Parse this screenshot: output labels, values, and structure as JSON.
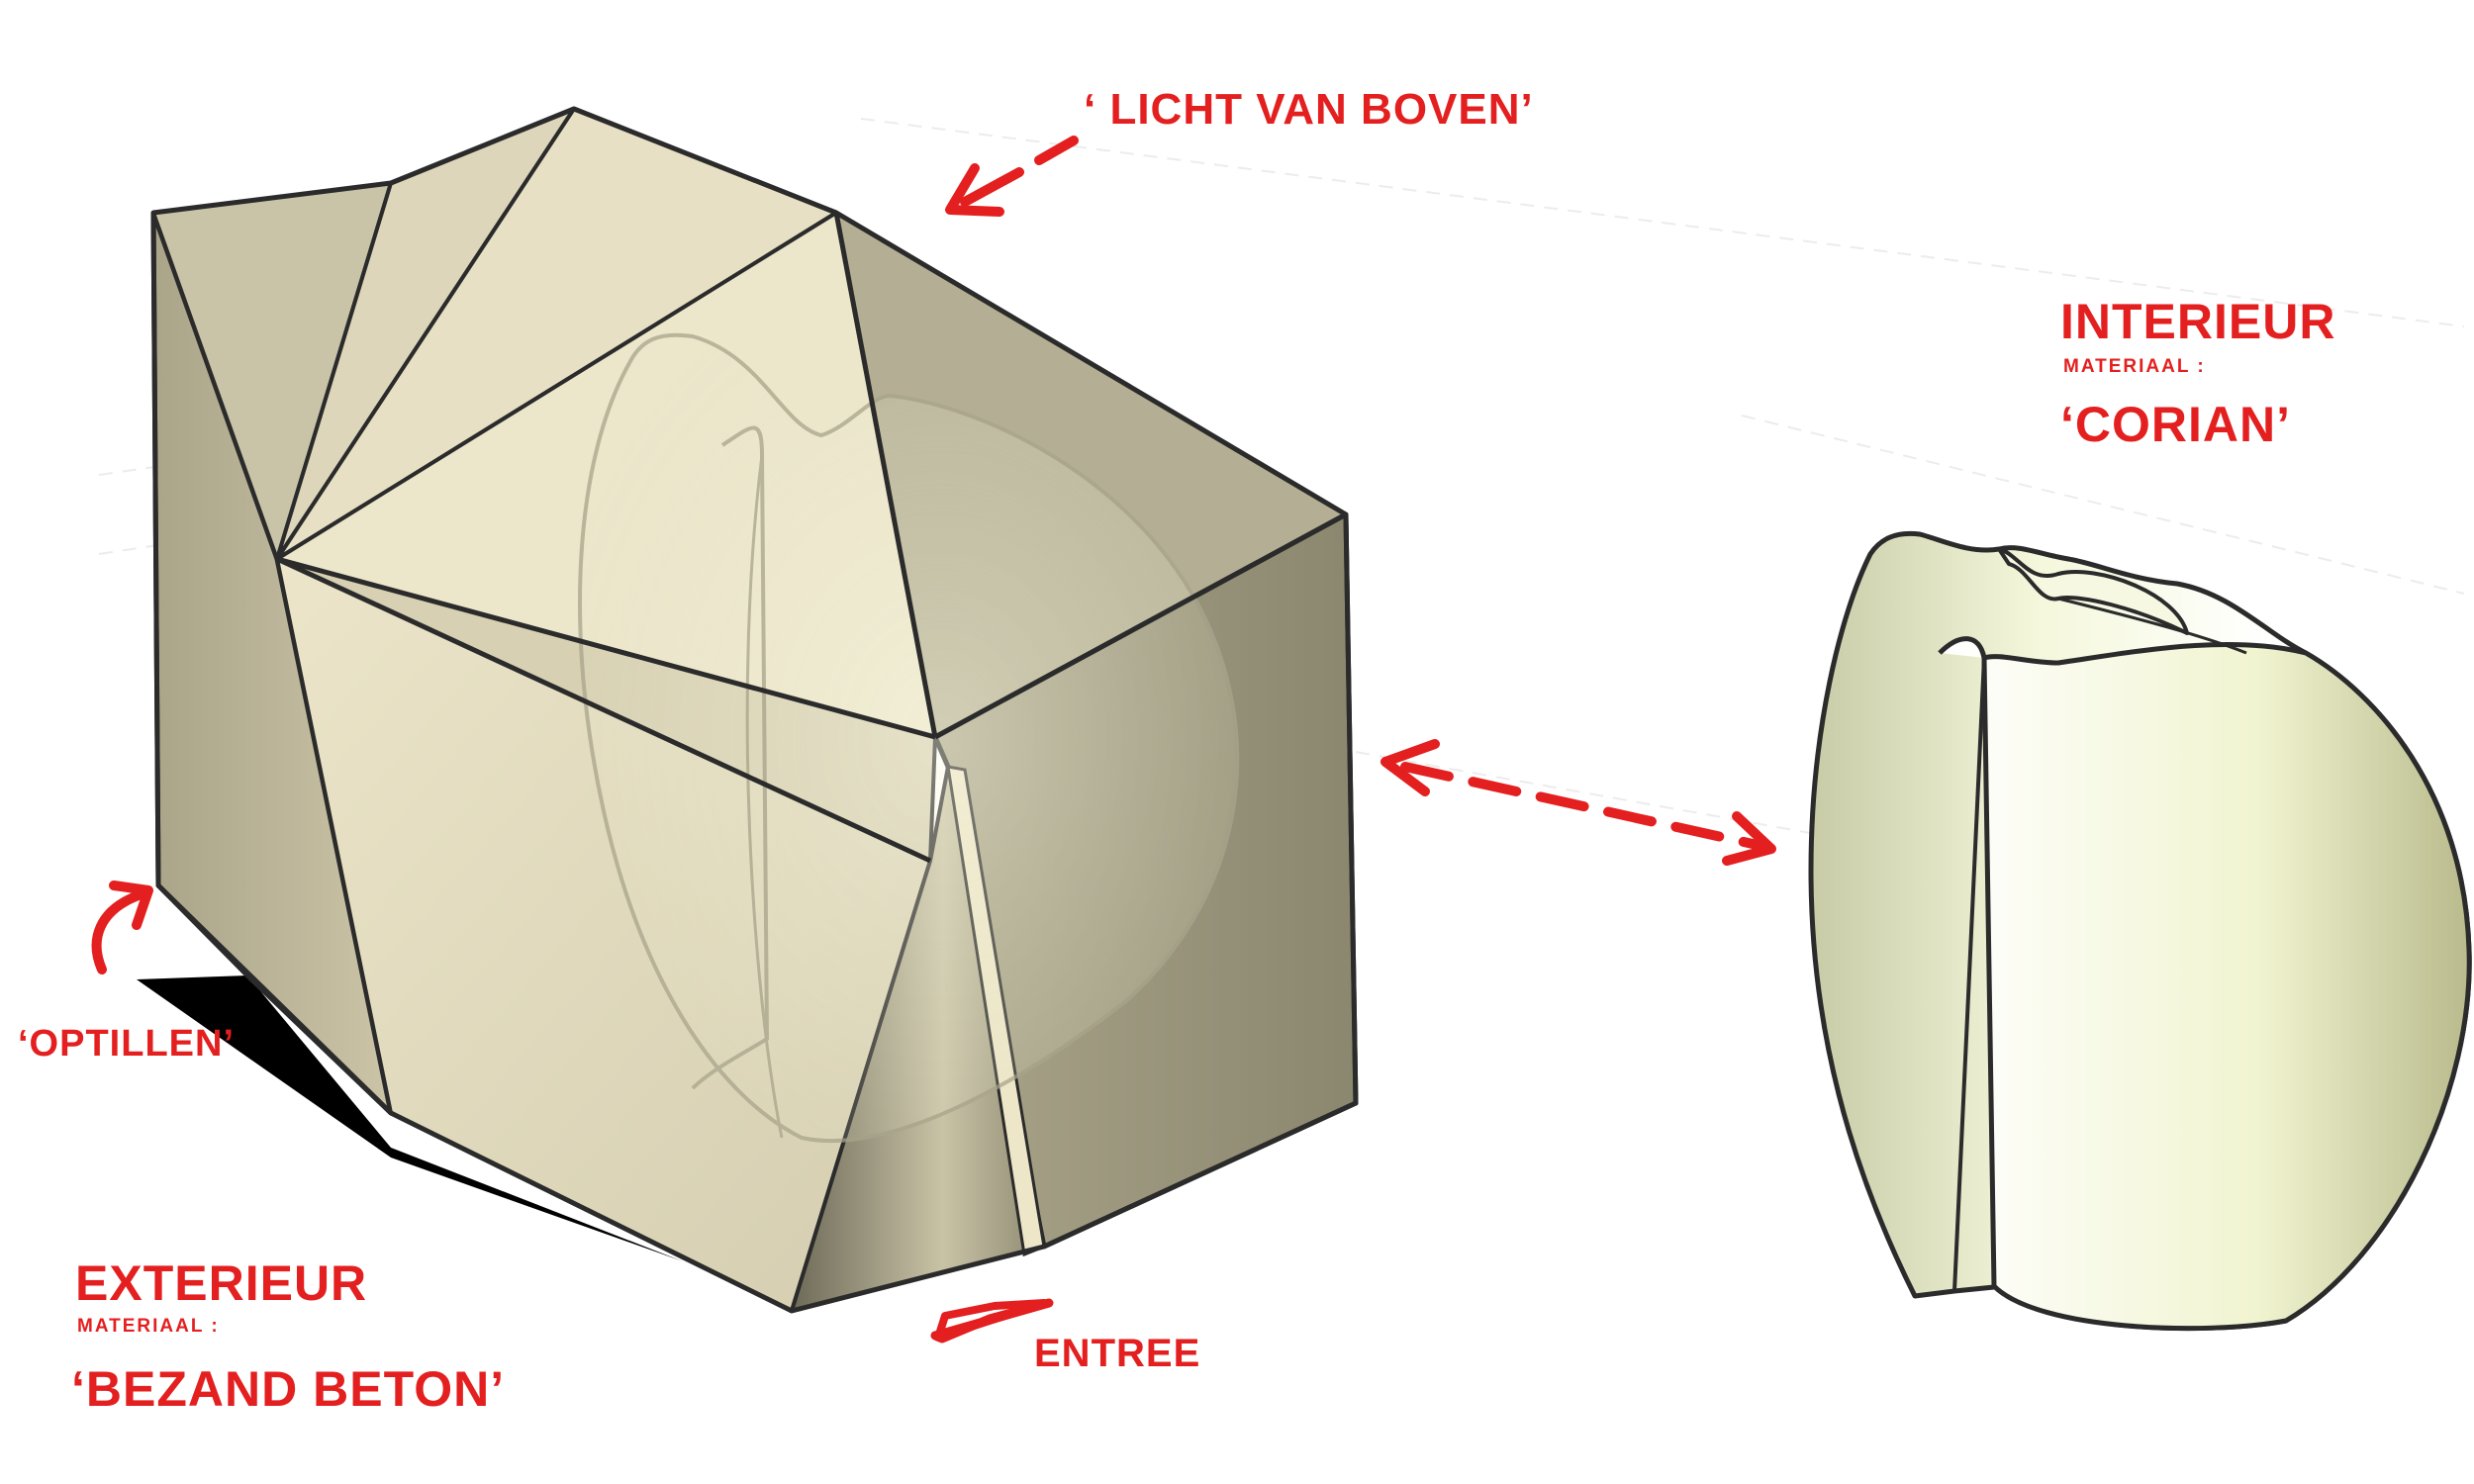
{
  "colors": {
    "annotation_red": "#e41f1f",
    "stone_light": "#e9e2c6",
    "stone_mid": "#c9c2a4",
    "stone_dark": "#8f8a72",
    "corian": "#f3f6d8",
    "edge": "#2b2b2b",
    "shadow": "#000000"
  },
  "labels": {
    "licht_van_boven": "‘ LICHT VAN BOVEN’",
    "interieur_title": "INTERIEUR",
    "interieur_material_label": "MATERIAAL :",
    "interieur_material_value": "‘CORIAN’",
    "optillen": "‘OPTILLEN’",
    "exterieur_title": "EXTERIEUR",
    "exterieur_material_label": "MATERIAAL :",
    "exterieur_material_value": "‘BEZAND BETON’",
    "entree": "ENTREE"
  },
  "icons": {
    "light_arrow": "arrow-down-left-icon",
    "relation_arrow": "double-arrow-icon",
    "lift_arrow": "curved-up-arrow-icon",
    "entrance_marker": "triangle-icon"
  }
}
